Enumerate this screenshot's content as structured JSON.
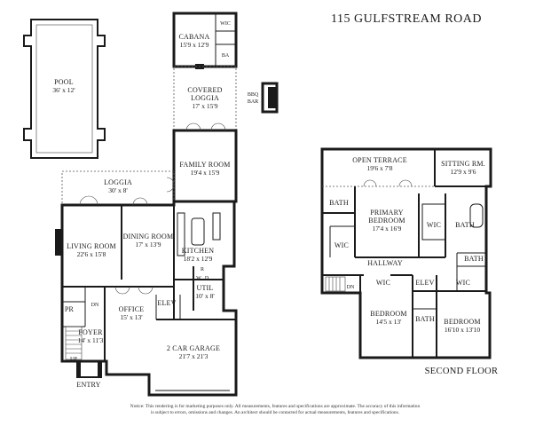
{
  "title": "115 GULFSTREAM ROAD",
  "floor_label": "SECOND FLOOR",
  "notice": {
    "line1": "Notice: This rendering is for marketing purposes only. All measurements, features and specifications are approximate. The accuracy of this information",
    "line2": "is subject to errors, omissions and changes. An architect should be contacted for actual measurements, features and specifications."
  },
  "first_floor": {
    "pool": {
      "name": "POOL",
      "dim": "36' x 12'"
    },
    "cabana": {
      "name": "CABANA",
      "dim": "15'9 x 12'9"
    },
    "cabana_wic": "WIC",
    "cabana_ba": "BA",
    "covered_loggia": {
      "name1": "COVERED",
      "name2": "LOGGIA",
      "dim": "17' x 15'9"
    },
    "bbq": {
      "l1": "BBQ",
      "l2": "BAR"
    },
    "family_room": {
      "name": "FAMILY ROOM",
      "dim": "19'4 x 15'9"
    },
    "loggia": {
      "name": "LOGGIA",
      "dim": "30' x 8'"
    },
    "living_room": {
      "name": "LIVING ROOM",
      "dim": "22'6 x 15'8"
    },
    "dining_room": {
      "name": "DINING ROOM",
      "dim": "17' x 13'9"
    },
    "kitchen": {
      "name": "KITCHEN",
      "dim": "18'2 x 12'9"
    },
    "refrigerator": "R",
    "washer": "W",
    "dryer": "D",
    "util": {
      "name": "UTIL",
      "dim": "10' x 8'"
    },
    "elev": "ELEV",
    "pr": "PR",
    "dn": "DN",
    "up": "UP",
    "foyer": {
      "name": "FOYER",
      "dim": "14' x 11'3"
    },
    "office": {
      "name": "OFFICE",
      "dim": "15' x 13'"
    },
    "garage": {
      "name": "2 CAR GARAGE",
      "dim": "21'7 x 21'3"
    },
    "entry": "ENTRY"
  },
  "second_floor": {
    "open_terrace": {
      "name": "OPEN TERRACE",
      "dim": "19'6 x 7'8"
    },
    "sitting_room": {
      "name": "SITTING RM.",
      "dim": "12'9 x 9'6"
    },
    "bath_left": "BATH",
    "primary_bedroom": {
      "name1": "PRIMARY",
      "name2": "BEDROOM",
      "dim": "17'4 x 16'9"
    },
    "primary_wic": "WIC",
    "primary_bath": "BATH",
    "wic_left": "WIC",
    "hallway": "HALLWAY",
    "dn": "DN",
    "bath_right": "BATH",
    "wic_hall": "WIC",
    "elev": "ELEV",
    "wic_right": "WIC",
    "bedroom1": {
      "name": "BEDROOM",
      "dim": "14'5 x 13'"
    },
    "bath_mid": "BATH",
    "bedroom2": {
      "name": "BEDROOM",
      "dim": "16'10 x 13'10"
    }
  }
}
